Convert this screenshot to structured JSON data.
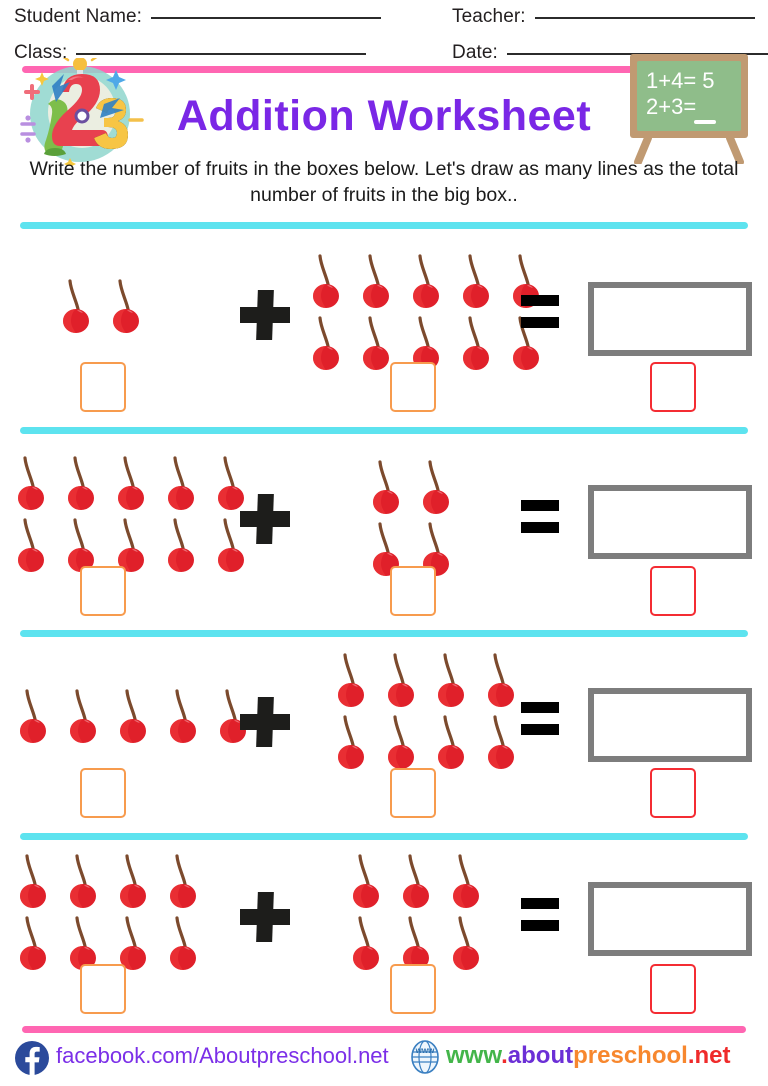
{
  "header": {
    "fields": [
      {
        "label": "Student Name:",
        "value": "",
        "line_width": 230
      },
      {
        "label": "Teacher:",
        "value": "",
        "line_width": 220
      },
      {
        "label": "Class:",
        "value": "",
        "line_width": 290
      },
      {
        "label": "Date:",
        "value": "",
        "line_width": 270
      }
    ],
    "title": "Addition Worksheet",
    "title_color": "#7a27e6",
    "instructions": "Write the number of fruits in the boxes below. Let's draw as many lines as the total number of fruits in the big box..",
    "logo": {
      "name": "numbers-123-logo",
      "digits": [
        "1",
        "2",
        "3"
      ]
    },
    "chalkboard": {
      "line1": "1+4= 5",
      "line2": "2+3=",
      "board_color": "#8fbd8a",
      "frame_color": "#c09a72"
    }
  },
  "rules": {
    "pink_color": "#ff66b2",
    "cyan_color": "#5de3ef"
  },
  "worksheet": {
    "fruit": "cherry",
    "fruit_color": "#e0202a",
    "stem_color": "#7c4a2d",
    "plus_symbol": "+",
    "equals_symbol": "=",
    "problems": [
      {
        "index": 1,
        "left_addend": 2,
        "left_rows": [
          2
        ],
        "right_addend": 10,
        "right_rows": [
          5,
          5
        ],
        "sum": 12,
        "left_answer": "",
        "right_answer": "",
        "total_answer": "",
        "big_box_lines": ""
      },
      {
        "index": 2,
        "left_addend": 10,
        "left_rows": [
          5,
          5
        ],
        "right_addend": 4,
        "right_rows": [
          2,
          2
        ],
        "sum": 14,
        "left_answer": "",
        "right_answer": "",
        "total_answer": "",
        "big_box_lines": ""
      },
      {
        "index": 3,
        "left_addend": 5,
        "left_rows": [
          5
        ],
        "right_addend": 8,
        "right_rows": [
          4,
          4
        ],
        "sum": 13,
        "left_answer": "",
        "right_answer": "",
        "total_answer": "",
        "big_box_lines": ""
      },
      {
        "index": 4,
        "left_addend": 8,
        "left_rows": [
          4,
          4
        ],
        "right_addend": 6,
        "right_rows": [
          3,
          3
        ],
        "sum": 14,
        "left_answer": "",
        "right_answer": "",
        "total_answer": "",
        "big_box_lines": ""
      }
    ],
    "answer_box_color": "#f79b4e",
    "total_box_color": "#f42c33",
    "big_box_color": "#7d7d7d"
  },
  "footer": {
    "facebook_label": "facebook.com/Aboutpreschool.net",
    "facebook_color": "#7b2fe8",
    "site_parts": [
      {
        "text": "www",
        "color": "#43b54a"
      },
      {
        "text": ".",
        "color": "#ef2b2b"
      },
      {
        "text": "about",
        "color": "#6b2fd6"
      },
      {
        "text": "preschool",
        "color": "#f7872e"
      },
      {
        "text": ".",
        "color": "#ef2b2b"
      },
      {
        "text": "net",
        "color": "#ef2b2b"
      }
    ]
  }
}
